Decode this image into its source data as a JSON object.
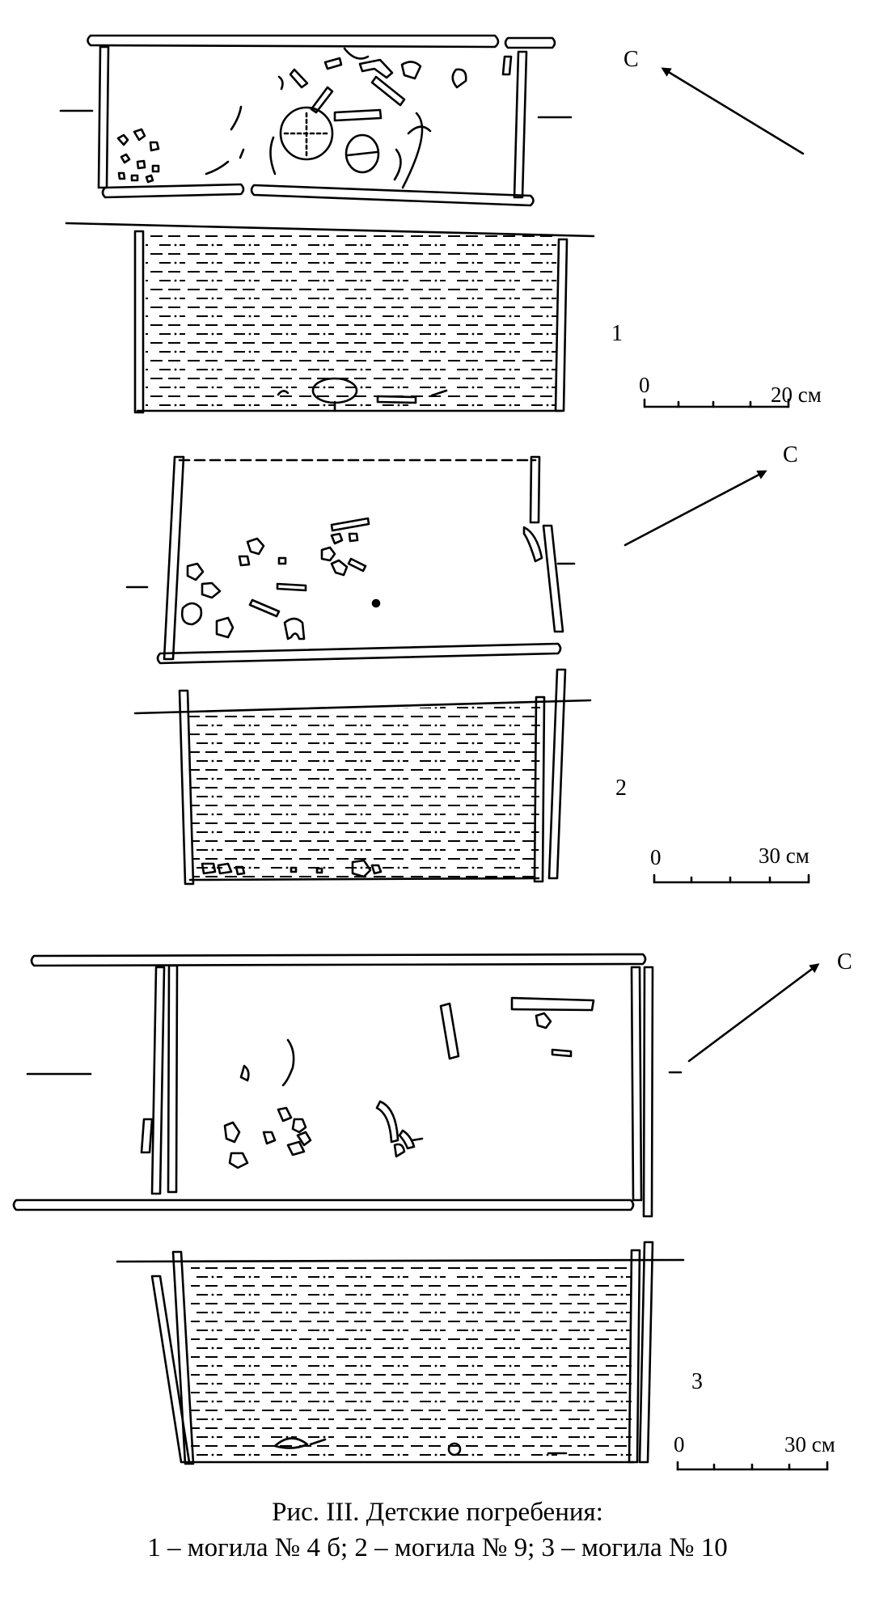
{
  "figures": [
    {
      "number": "1",
      "north_label": "С",
      "scale": {
        "start": "0",
        "end": "20 см"
      }
    },
    {
      "number": "2",
      "north_label": "С",
      "scale": {
        "start": "0",
        "end": "30 см"
      }
    },
    {
      "number": "3",
      "north_label": "С",
      "scale": {
        "start": "0",
        "end": "30 см"
      }
    }
  ],
  "caption": {
    "line1": "Рис. III. Детские погребения:",
    "line2": "1 – могила № 4 б; 2 – могила № 9; 3 – могила № 10"
  }
}
